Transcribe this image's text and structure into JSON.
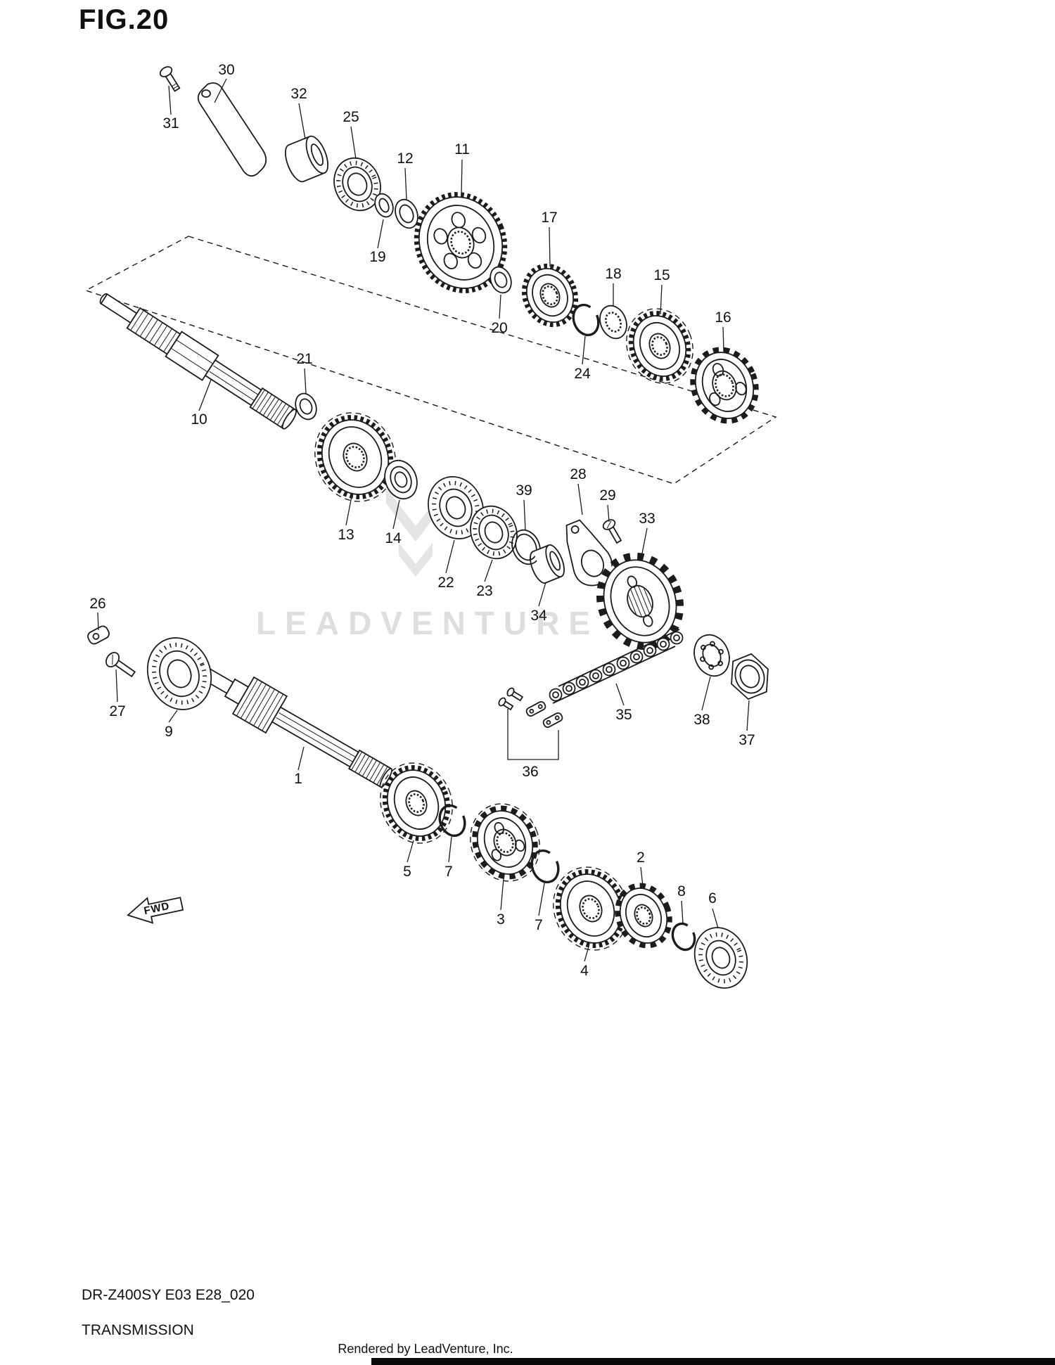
{
  "figure": {
    "title": "FIG.20"
  },
  "watermark": {
    "text": "LEADVENTURE"
  },
  "fwd": {
    "label": "FWD"
  },
  "footer": {
    "model_code": "DR-Z400SY E03 E28_020",
    "section_title": "TRANSMISSION",
    "credit": "Rendered by LeadVenture, Inc."
  },
  "callouts": [
    {
      "label": "30"
    },
    {
      "label": "31"
    },
    {
      "label": "32"
    },
    {
      "label": "25"
    },
    {
      "label": "12"
    },
    {
      "label": "11"
    },
    {
      "label": "19"
    },
    {
      "label": "17"
    },
    {
      "label": "20"
    },
    {
      "label": "18"
    },
    {
      "label": "15"
    },
    {
      "label": "16"
    },
    {
      "label": "24"
    },
    {
      "label": "21"
    },
    {
      "label": "10"
    },
    {
      "label": "13"
    },
    {
      "label": "14"
    },
    {
      "label": "22"
    },
    {
      "label": "23"
    },
    {
      "label": "39"
    },
    {
      "label": "28"
    },
    {
      "label": "29"
    },
    {
      "label": "33"
    },
    {
      "label": "34"
    },
    {
      "label": "26"
    },
    {
      "label": "27"
    },
    {
      "label": "9"
    },
    {
      "label": "1"
    },
    {
      "label": "35"
    },
    {
      "label": "38"
    },
    {
      "label": "37"
    },
    {
      "label": "36"
    },
    {
      "label": "5"
    },
    {
      "label": "7"
    },
    {
      "label": "3"
    },
    {
      "label": "7"
    },
    {
      "label": "2"
    },
    {
      "label": "4"
    },
    {
      "label": "8"
    },
    {
      "label": "6"
    }
  ]
}
